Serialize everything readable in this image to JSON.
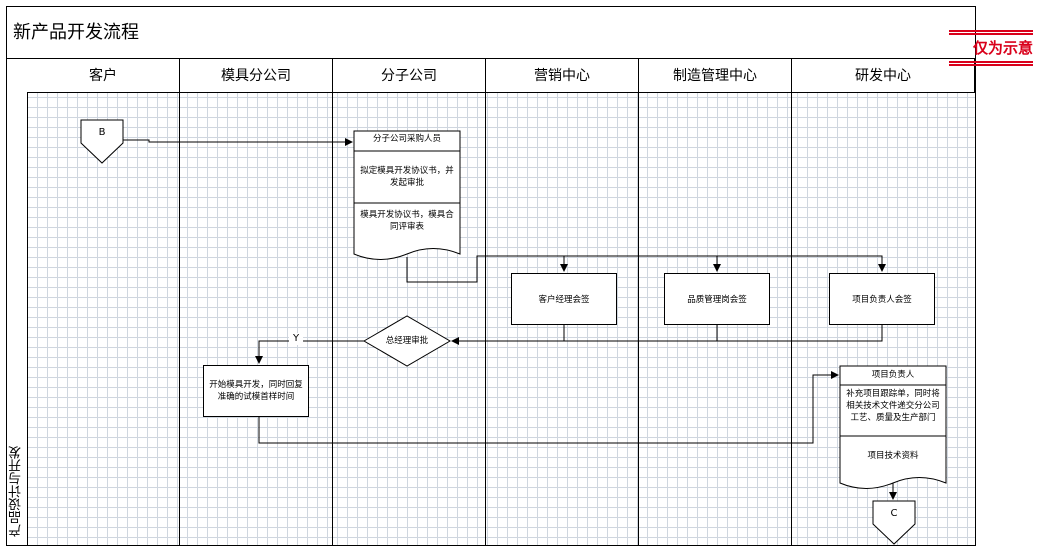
{
  "title": "新产品开发流程",
  "phase_label": "产品设计与开发",
  "watermark": "仅为示意",
  "lanes": [
    "客户",
    "模具分公司",
    "分子公司",
    "营销中心",
    "制造管理中心",
    "研发中心"
  ],
  "nodes": {
    "connector_b": "B",
    "connector_c": "C",
    "purchase_doc": {
      "header": "分子公司采购人员",
      "body": "拟定模具开发协议书，并发起审批",
      "footer": "模具开发协议书，模具合同评审表"
    },
    "customer_manager_sign": "客户经理会签",
    "quality_manager_sign": "品质管理岗会签",
    "project_lead_sign": "项目负责人会签",
    "gm_approval": "总经理审批",
    "yes_label": "Y",
    "mold_dev": "开始模具开发，同时回复准确的试模首样时间",
    "project_doc": {
      "header": "项目负责人",
      "body": "补充项目跟踪单，同时将相关技术文件递交分公司工艺、质量及生产部门",
      "footer": "项目技术资料"
    }
  }
}
